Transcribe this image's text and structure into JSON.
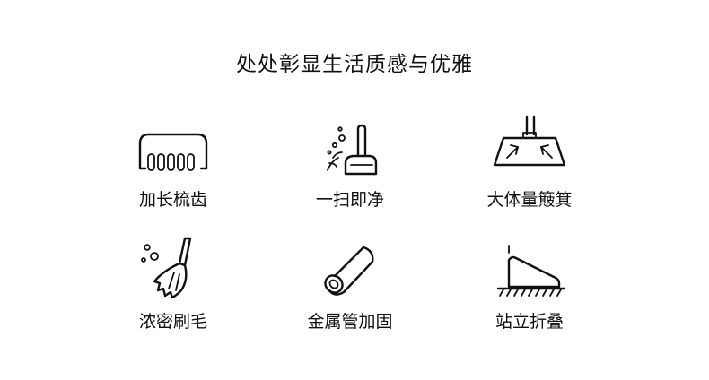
{
  "header": {
    "title": "处处彰显生活质感与优雅"
  },
  "features": [
    {
      "label": "加长梳齿",
      "icon": "comb-icon"
    },
    {
      "label": "一扫即净",
      "icon": "broom-dustpan-icon"
    },
    {
      "label": "大体量簸箕",
      "icon": "dustpan-icon"
    },
    {
      "label": "浓密刷毛",
      "icon": "brush-icon"
    },
    {
      "label": "金属管加固",
      "icon": "metal-tube-icon"
    },
    {
      "label": "站立折叠",
      "icon": "stand-fold-icon"
    }
  ],
  "colors": {
    "text": "#111111",
    "background": "#ffffff"
  }
}
